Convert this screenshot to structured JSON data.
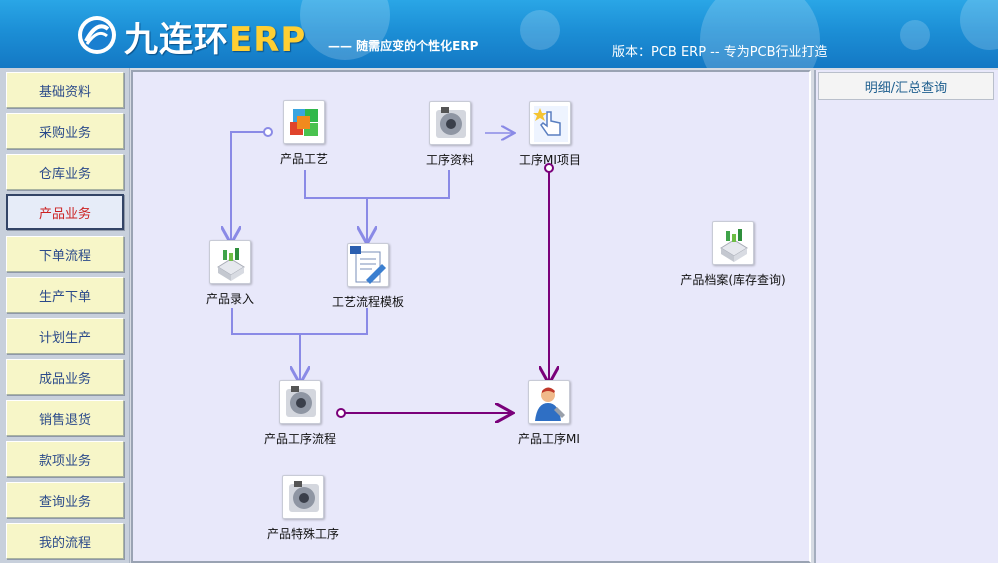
{
  "header": {
    "logo_main": "九连环",
    "logo_erp": "ERP",
    "tagline": "——  随需应变的个性化ERP",
    "version": "版本：PCB ERP -- 专为PCB行业打造",
    "colors": {
      "bar": "#1c8fd6",
      "erp": "#ffcf33"
    }
  },
  "nav": {
    "items": [
      {
        "label": "基础资料"
      },
      {
        "label": "采购业务"
      },
      {
        "label": "仓库业务"
      },
      {
        "label": "产品业务",
        "active": true
      },
      {
        "label": "下单流程"
      },
      {
        "label": "生产下单"
      },
      {
        "label": "计划生产"
      },
      {
        "label": "成品业务"
      },
      {
        "label": "销售退货"
      },
      {
        "label": "款项业务"
      },
      {
        "label": "查询业务"
      },
      {
        "label": "我的流程"
      }
    ]
  },
  "workspace": {
    "modules": [
      {
        "label": "产品工艺",
        "icon": "cubes-icon"
      },
      {
        "label": "工序资料",
        "icon": "gear-disc-icon"
      },
      {
        "label": "工序MI项目",
        "icon": "hand-pointer-icon"
      },
      {
        "label": "产品录入",
        "icon": "product-entry-icon"
      },
      {
        "label": "工艺流程模板",
        "icon": "template-edit-icon"
      },
      {
        "label": "产品工序流程",
        "icon": "gear-disc-icon"
      },
      {
        "label": "产品工序MI",
        "icon": "user-tool-icon"
      },
      {
        "label": "产品特殊工序",
        "icon": "gear-disc-icon"
      },
      {
        "label": "产品档案(库存查询)",
        "icon": "product-entry-icon"
      }
    ],
    "colors": {
      "flow_blue": "#8a8ae6",
      "flow_purple": "#7a007a"
    }
  },
  "right_panel": {
    "tab_label": "明细/汇总查询"
  }
}
